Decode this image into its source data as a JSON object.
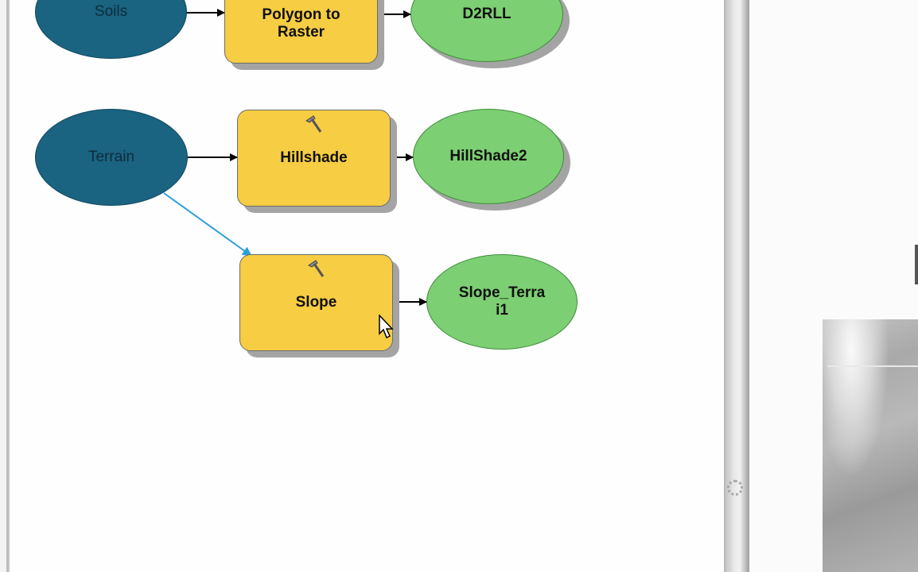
{
  "nodes": {
    "soils": {
      "label": "Soils"
    },
    "polygon_to_raster": {
      "label": "Polygon to Raster"
    },
    "d2rll": {
      "label": "D2RLL"
    },
    "terrain": {
      "label": "Terrain"
    },
    "hillshade": {
      "label": "Hillshade"
    },
    "hillshade2": {
      "label": "HillShade2"
    },
    "slope": {
      "label": "Slope"
    },
    "slope_terrain": {
      "label": "Slope_Terra\ni1"
    }
  },
  "colors": {
    "input_data": "#1a6381",
    "output_data": "#7ccf72",
    "tool": "#f6cd43",
    "connector": "#000000",
    "selected_connector": "#2a9fd8"
  },
  "icons": {
    "tool_icon": "hammer-icon",
    "pointer": "mouse-cursor-icon",
    "watermark": "gear-icon"
  }
}
